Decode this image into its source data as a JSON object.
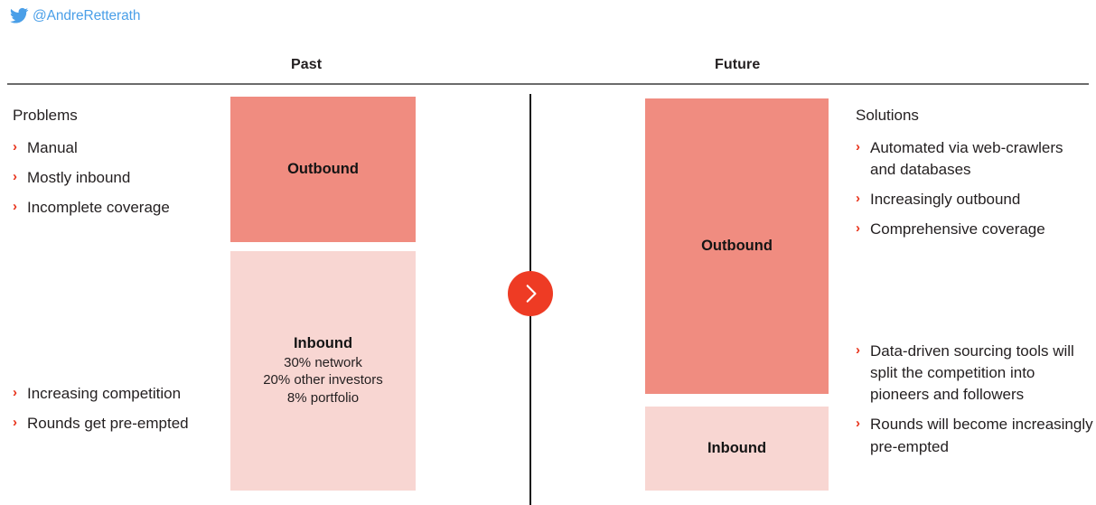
{
  "handle": {
    "icon": "twitter-bird-icon",
    "text": "@AndreRetterath",
    "color": "#4a9fe8"
  },
  "header": {
    "past_label": "Past",
    "future_label": "Future"
  },
  "center": {
    "icon": "chevron-right-icon",
    "circle_color": "#ee3b24"
  },
  "colors": {
    "outbound": "#f08c80",
    "inbound": "#f8d6d2",
    "accent": "#e8321a",
    "rule": "#6b6b6b"
  },
  "past": {
    "outbound": {
      "title": "Outbound",
      "lines": []
    },
    "inbound": {
      "title": "Inbound",
      "lines": [
        "30% network",
        "20% other investors",
        "8% portfolio"
      ]
    }
  },
  "future": {
    "outbound": {
      "title": "Outbound",
      "lines": []
    },
    "inbound": {
      "title": "Inbound",
      "lines": []
    }
  },
  "left_column": {
    "heading": "Problems",
    "top_bullets": [
      "Manual",
      "Mostly inbound",
      "Incomplete coverage"
    ],
    "bottom_bullets": [
      "Increasing competition",
      "Rounds get pre-empted"
    ]
  },
  "right_column": {
    "heading": "Solutions",
    "top_bullets": [
      "Automated via web-crawlers and databases",
      "Increasingly outbound",
      "Comprehensive coverage"
    ],
    "bottom_bullets": [
      "Data-driven sourcing tools will split the competition into pioneers and followers",
      "Rounds will become increasingly pre-empted"
    ]
  }
}
